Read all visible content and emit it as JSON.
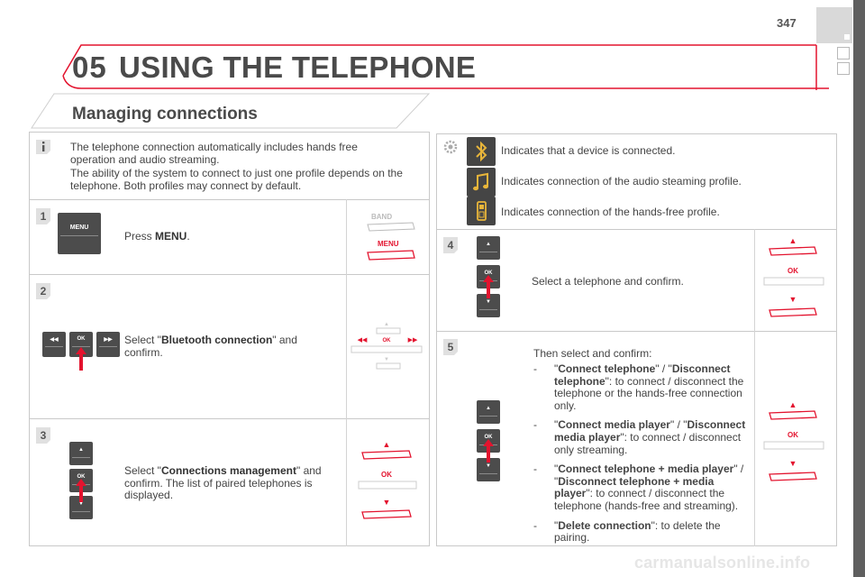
{
  "page": {
    "number": "347",
    "chapter_number": "05",
    "chapter_title": "USING THE TELEPHONE",
    "section_title": "Managing connections",
    "footer_watermark": "carmanualsonline.info"
  },
  "intro": {
    "line1": "The telephone connection automatically includes hands free operation and audio streaming.",
    "line2": "The ability of the system to connect to just one profile depends on the telephone. Both profiles may connect by default."
  },
  "indicators": [
    {
      "icon": "bluetooth-icon",
      "text": "Indicates that a device is connected."
    },
    {
      "icon": "music-note-icon",
      "text": "Indicates connection of the audio steaming profile."
    },
    {
      "icon": "phone-icon",
      "text": "Indicates connection of the hands-free profile."
    }
  ],
  "steps": {
    "s1": {
      "num": "1",
      "pre": "Press ",
      "bold": "MENU",
      "post": "."
    },
    "s2": {
      "num": "2",
      "pre": "Select \"",
      "bold": "Bluetooth connection",
      "post": "\" and confirm."
    },
    "s3": {
      "num": "3",
      "pre": "Select \"",
      "bold": "Connections management",
      "post": "\" and confirm. The list of paired telephones is displayed."
    },
    "s4": {
      "num": "4",
      "text": "Select a telephone and confirm."
    },
    "s5": {
      "num": "5",
      "intro": "Then select and confirm:"
    }
  },
  "options": [
    {
      "q1": "\"",
      "b1": "Connect telephone",
      "m": "\" / \"",
      "b2": "Disconnect telephone",
      "rest": "\": to connect / disconnect the telephone or the hands-free connection only."
    },
    {
      "q1": "\"",
      "b1": "Connect media player",
      "m": "\" / \"",
      "b2": "Disconnect media player",
      "rest": "\": to connect / disconnect only streaming."
    },
    {
      "q1": "\"",
      "b1": "Connect telephone + media player",
      "m": "\" / \"",
      "b2": "Disconnect telephone + media player",
      "rest": "\": to connect / disconnect the telephone (hands-free and streaming)."
    },
    {
      "q1": "\"",
      "b1": "Delete connection",
      "m": "",
      "b2": "",
      "rest": "\": to delete the pairing."
    }
  ],
  "controls": {
    "menu": "MENU",
    "band": "BAND",
    "ok": "OK",
    "up": "▲",
    "down": "▼",
    "prev": "◀◀",
    "next": "▶▶"
  },
  "colors": {
    "accent": "#e3132e",
    "text": "#444444",
    "border": "#c9c9c9",
    "key": "#4c4c4c"
  }
}
